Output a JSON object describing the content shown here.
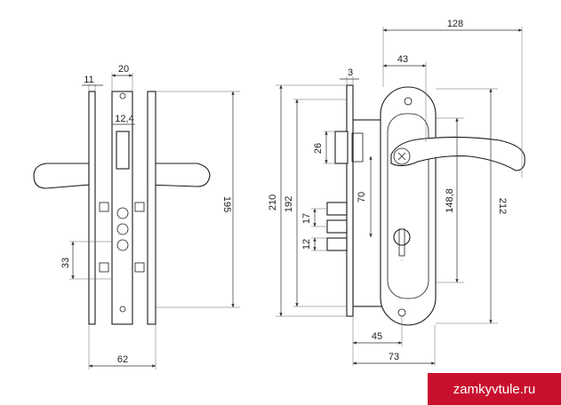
{
  "dimensions": {
    "d11": "11",
    "d20": "20",
    "d12_4": "12,4",
    "d195": "195",
    "d33": "33",
    "d62": "62",
    "d128": "128",
    "d43": "43",
    "d3": "3",
    "d26": "26",
    "d70": "70",
    "d210": "210",
    "d192": "192",
    "d17": "17",
    "d12": "12",
    "d148_8": "148,8",
    "d212": "212",
    "d45": "45",
    "d73": "73"
  },
  "watermark": {
    "text": "zamkyvtule.ru",
    "color": "#c8102e"
  }
}
